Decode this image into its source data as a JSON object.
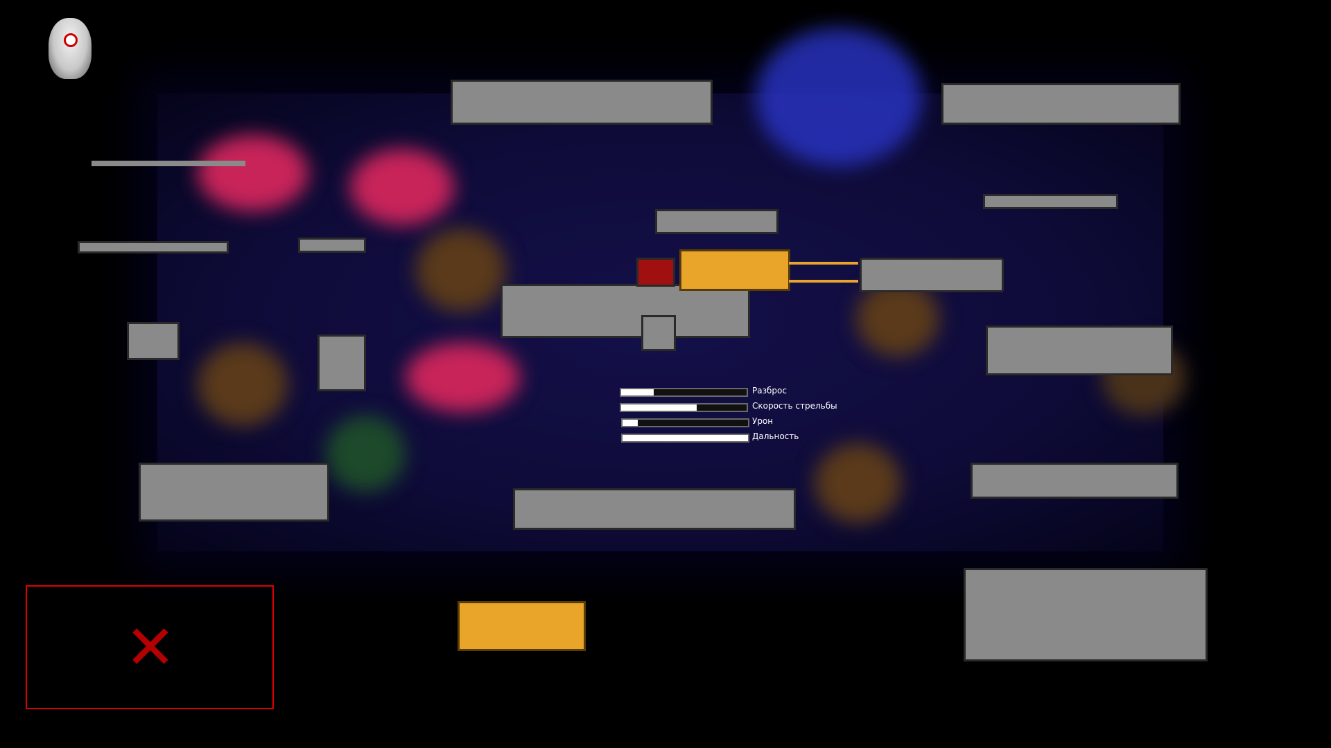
{
  "stats": [
    {
      "label": "Разброс",
      "value": 0.26
    },
    {
      "label": "Скорость стрельбы",
      "value": 0.6
    },
    {
      "label": "Урон",
      "value": 0.12
    },
    {
      "label": "Дальность",
      "value": 1.0
    }
  ],
  "icons": {
    "helmet": "helmet-icon",
    "cancel": "close-x-icon"
  },
  "colors": {
    "panel": "#0e0b38",
    "cancel_border": "#e00000",
    "cancel_x": "#b30000",
    "accent_weapon": "#e9a52a"
  }
}
